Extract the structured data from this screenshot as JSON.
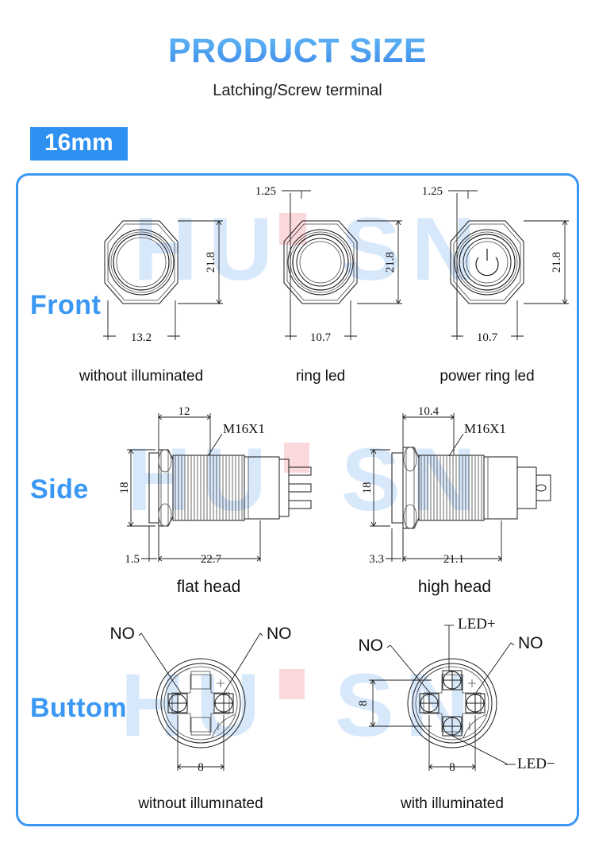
{
  "header": {
    "title": "PRODUCT SIZE",
    "subtitle": "Latching/Screw terminal",
    "badge": "16mm",
    "title_gradient_from": "#5FB4F5",
    "title_gradient_to": "#3B86E8",
    "badge_bg": "#2E90F0",
    "frame_color": "#3A97F3"
  },
  "watermark": {
    "text": "HUISN",
    "color": "#D7E8FB",
    "accent_color": "#FBD8DC"
  },
  "rows": {
    "front": "Front",
    "side": "Side",
    "bottom": "Buttom"
  },
  "front_views": [
    {
      "caption": "without illuminated",
      "dim_width": "13.2",
      "dim_height": "21.8",
      "dim_bezel": "",
      "has_power_icon": false
    },
    {
      "caption": "ring led",
      "dim_width": "10.7",
      "dim_height": "21.8",
      "dim_bezel": "1.25",
      "has_power_icon": false
    },
    {
      "caption": "power ring led",
      "dim_width": "10.7",
      "dim_height": "21.8",
      "dim_bezel": "1.25",
      "has_power_icon": true
    }
  ],
  "side_views": [
    {
      "caption": "flat head",
      "dim_top": "12",
      "dim_thread": "M16X1",
      "dim_height": "18",
      "dim_flange": "1.5",
      "dim_length": "22.7"
    },
    {
      "caption": "high head",
      "dim_top": "10.4",
      "dim_thread": "M16X1",
      "dim_height": "18",
      "dim_flange": "3.3",
      "dim_length": "21.1"
    }
  ],
  "bottom_views": [
    {
      "caption": "witnout illumınated",
      "dim_width": "8",
      "dim_vertical": "",
      "labels": [
        "NO",
        "NO"
      ]
    },
    {
      "caption": "with illuminated",
      "dim_width": "8",
      "dim_vertical": "8",
      "labels": [
        "NO",
        "NO",
        "LED+",
        "LED−"
      ]
    }
  ],
  "units": "mm"
}
